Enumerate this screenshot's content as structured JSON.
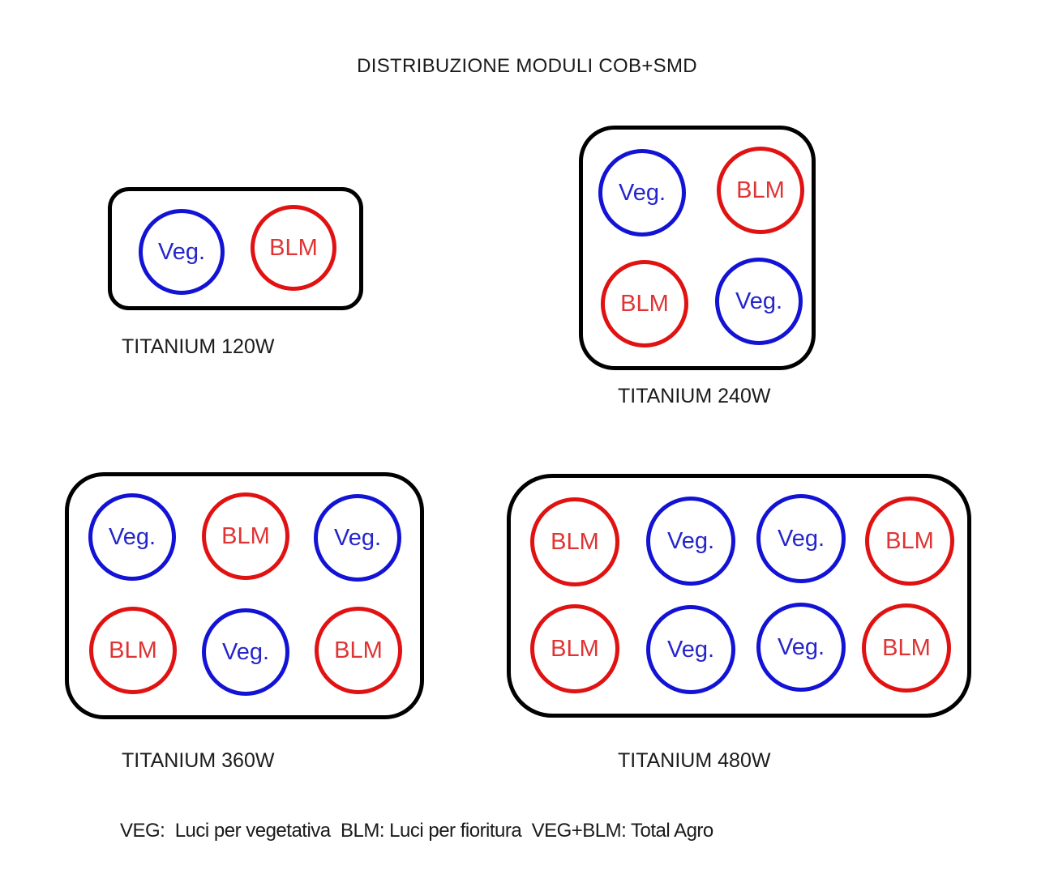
{
  "title": "DISTRIBUZIONE MODULI COB+SMD",
  "colors": {
    "veg_blue": "#1313d6",
    "veg_text_blue": "#2525cc",
    "blm_red": "#e01212",
    "blm_text_red": "#e03434",
    "outline_black": "#000000"
  },
  "panels": [
    {
      "label": "TITANIUM 120W",
      "modules": [
        {
          "type": "veg",
          "label": "Veg."
        },
        {
          "type": "blm",
          "label": "BLM"
        }
      ]
    },
    {
      "label": "TITANIUM 240W",
      "modules": [
        {
          "type": "veg",
          "label": "Veg."
        },
        {
          "type": "blm",
          "label": "BLM"
        },
        {
          "type": "blm",
          "label": "BLM"
        },
        {
          "type": "veg",
          "label": "Veg."
        }
      ]
    },
    {
      "label": "TITANIUM 360W",
      "modules": [
        {
          "type": "veg",
          "label": "Veg."
        },
        {
          "type": "blm",
          "label": "BLM"
        },
        {
          "type": "veg",
          "label": "Veg."
        },
        {
          "type": "blm",
          "label": "BLM"
        },
        {
          "type": "veg",
          "label": "Veg."
        },
        {
          "type": "blm",
          "label": "BLM"
        }
      ]
    },
    {
      "label": "TITANIUM 480W",
      "modules": [
        {
          "type": "blm",
          "label": "BLM"
        },
        {
          "type": "veg",
          "label": "Veg."
        },
        {
          "type": "veg",
          "label": "Veg."
        },
        {
          "type": "blm",
          "label": "BLM"
        },
        {
          "type": "blm",
          "label": "BLM"
        },
        {
          "type": "veg",
          "label": "Veg."
        },
        {
          "type": "veg",
          "label": "Veg."
        },
        {
          "type": "blm",
          "label": "BLM"
        }
      ]
    }
  ],
  "legend": "VEG:  Luci per vegetativa  BLM: Luci per fioritura  VEG+BLM: Total Agro"
}
